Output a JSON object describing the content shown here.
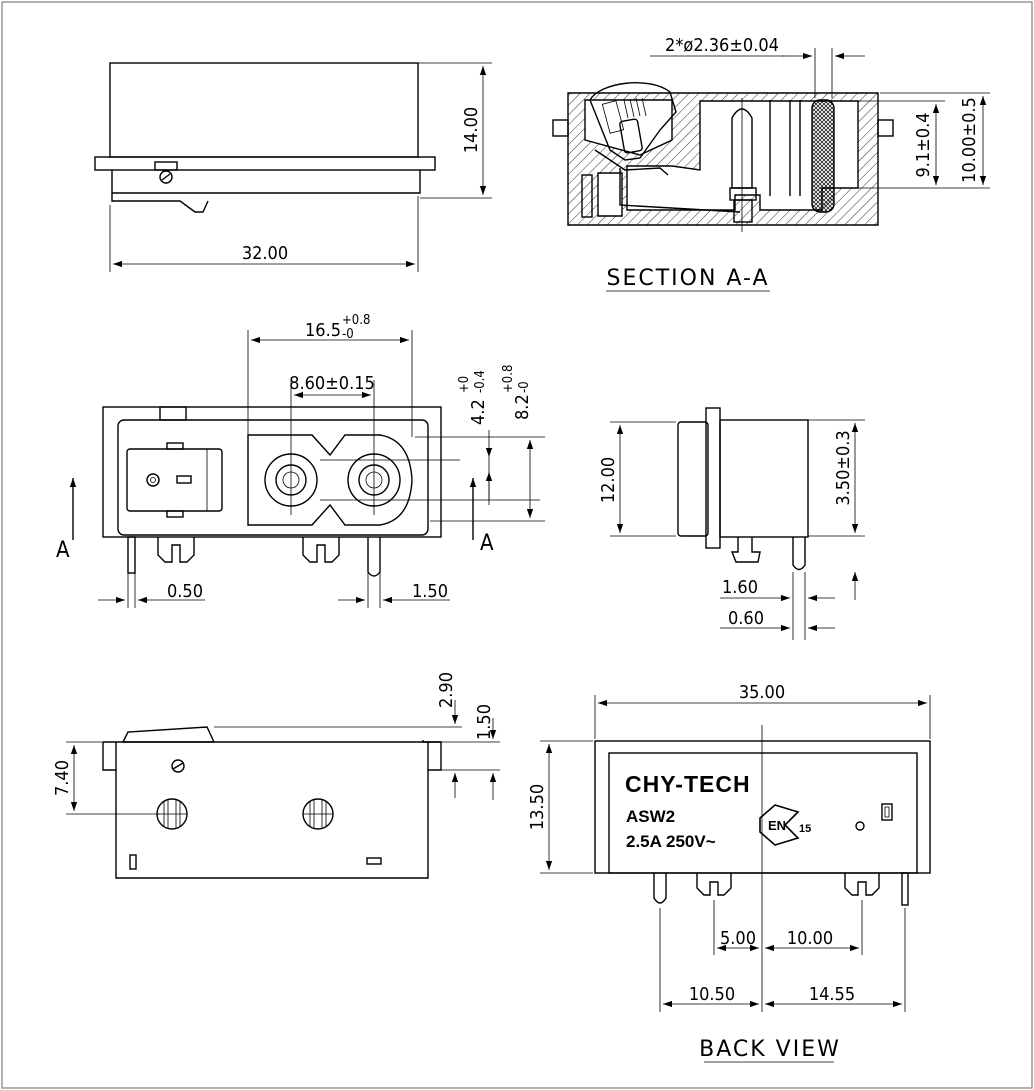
{
  "section_title": "SECTION A-A",
  "back_title": "BACK VIEW",
  "section_mark": "A",
  "dims": {
    "d_32_00": "32.00",
    "d_14_00": "14.00",
    "d_holes": "2*ø2.36±0.04",
    "d_9_1": "9.1±0.4",
    "d_10_00": "10.00±0.5",
    "d_16_5": "16.5",
    "d_16_5_tol": "+0.8",
    "d_16_5_tol2": "-0",
    "d_8_60": "8.60±0.15",
    "d_4_2": "4.2",
    "d_4_2_tol": "+0",
    "d_4_2_tol2": "-0.4",
    "d_8_2": "8.2",
    "d_8_2_tol": "+0.8",
    "d_8_2_tol2": "-0",
    "d_0_50": "0.50",
    "d_1_50a": "1.50",
    "d_12_00": "12.00",
    "d_3_50": "3.50±0.3",
    "d_1_60": "1.60",
    "d_0_60": "0.60",
    "d_2_90": "2.90",
    "d_1_50b": "1.50",
    "d_7_40": "7.40",
    "d_35_00": "35.00",
    "d_13_50": "13.50",
    "d_5_00": "5.00",
    "d_10_00b": "10.00",
    "d_10_50": "10.50",
    "d_14_55": "14.55"
  },
  "marking": {
    "brand": "CHY-TECH",
    "model": "ASW2",
    "rating": "2.5A 250V~",
    "cert": "EN",
    "cert_num": "15"
  }
}
